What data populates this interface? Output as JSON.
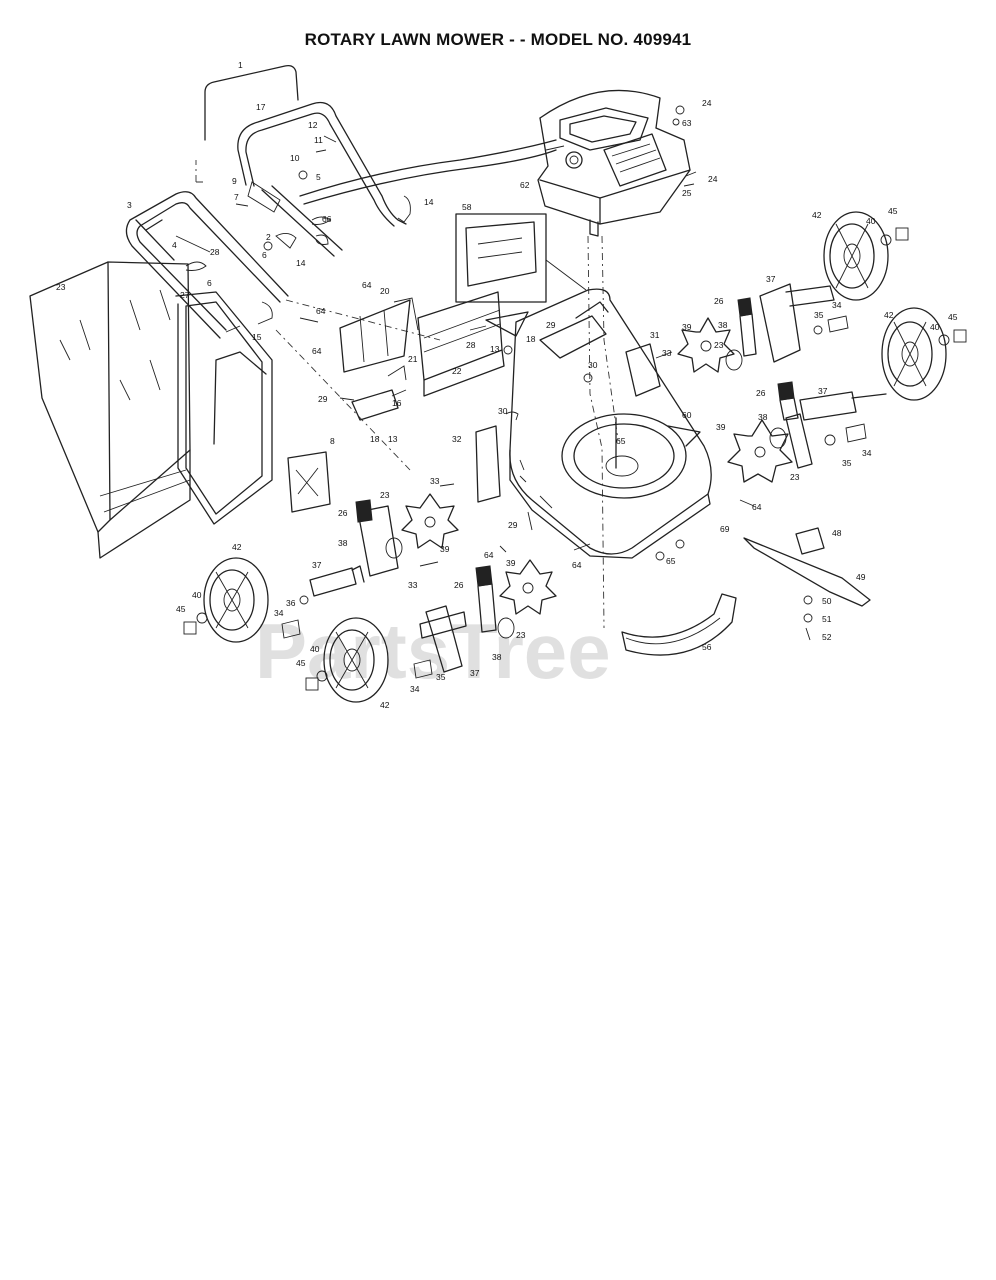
{
  "title": "ROTARY LAWN MOWER - - MODEL NO. 409941",
  "watermark": "PartsTree",
  "part_labels": {
    "p1": "1",
    "p17": "17",
    "p12": "12",
    "p11": "11",
    "p10": "10",
    "p5": "5",
    "p9": "9",
    "p7": "7",
    "p66": "66",
    "p14a": "14",
    "p2": "2",
    "p6a": "6",
    "p14b": "14",
    "p3": "3",
    "p4": "4",
    "p28a": "28",
    "p6b": "6",
    "p15": "15",
    "p64a": "64",
    "p20": "20",
    "p64b": "64",
    "p64c": "64",
    "p21": "21",
    "p58": "58",
    "p29a": "29",
    "p28b": "28",
    "p13a": "13",
    "p18a": "18",
    "p24a": "24",
    "p63": "63",
    "p62": "62",
    "p25": "25",
    "p24b": "24",
    "p42a": "42",
    "p40a": "40",
    "p45a": "45",
    "p37a": "37",
    "p26a": "26",
    "p38a": "38",
    "p34a": "34",
    "p35a": "35",
    "p31": "31",
    "p39a": "39",
    "p23a": "23",
    "p33a": "33",
    "p30a": "30",
    "p42b": "42",
    "p40b": "40",
    "p45b": "45",
    "p26b": "26",
    "p37b": "37",
    "p38b": "38",
    "p39b": "39",
    "p23b": "23",
    "p34b": "34",
    "p35b": "35",
    "p60": "60",
    "p23c": "23",
    "p27": "27",
    "p22": "22",
    "p29b": "29",
    "p16": "16",
    "p18b": "18",
    "p13b": "13",
    "p30b": "30",
    "p32": "32",
    "p8": "8",
    "p33b": "33",
    "p65a": "65",
    "p69": "69",
    "p64d": "64",
    "p26c": "26",
    "p38c": "38",
    "p23d": "23",
    "p39c": "39",
    "p29c": "29",
    "p64e": "64",
    "p39d": "39",
    "p64f": "64",
    "p65b": "65",
    "p48": "48",
    "p49": "49",
    "p50": "50",
    "p51": "51",
    "p52": "52",
    "p42c": "42",
    "p37c": "37",
    "p36": "36",
    "p33c": "33",
    "p26d": "26",
    "p23e": "23",
    "p45c": "45",
    "p40c": "40",
    "p34c": "34",
    "p35c": "35",
    "p37d": "37",
    "p38d": "38",
    "p40d": "40",
    "p45d": "45",
    "p34d": "34",
    "p42d": "42",
    "p56": "56"
  }
}
